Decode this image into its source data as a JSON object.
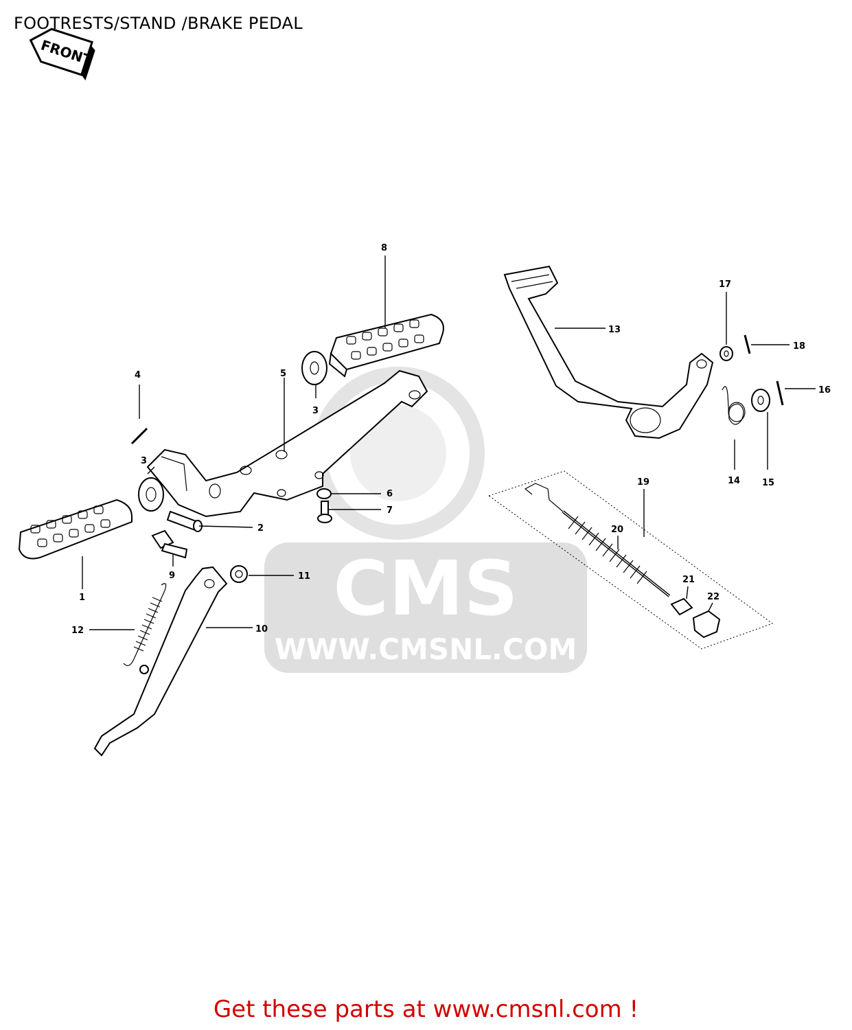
{
  "header": {
    "title": "FOOTRESTS/STAND /BRAKE PEDAL"
  },
  "front_badge": {
    "label": "FRONT"
  },
  "watermark": {
    "brand": "CMS",
    "url": "WWW.CMSNL.COM"
  },
  "callouts": [
    "1",
    "2",
    "3",
    "3",
    "4",
    "5",
    "6",
    "7",
    "8",
    "9",
    "10",
    "11",
    "12",
    "13",
    "14",
    "15",
    "16",
    "17",
    "18",
    "19",
    "20",
    "21",
    "22"
  ],
  "footer": {
    "cta": "Get these parts at www.cmsnl.com !"
  },
  "colors": {
    "cta": "#d40000",
    "watermark": "#d9d9d9",
    "line": "#000000"
  }
}
